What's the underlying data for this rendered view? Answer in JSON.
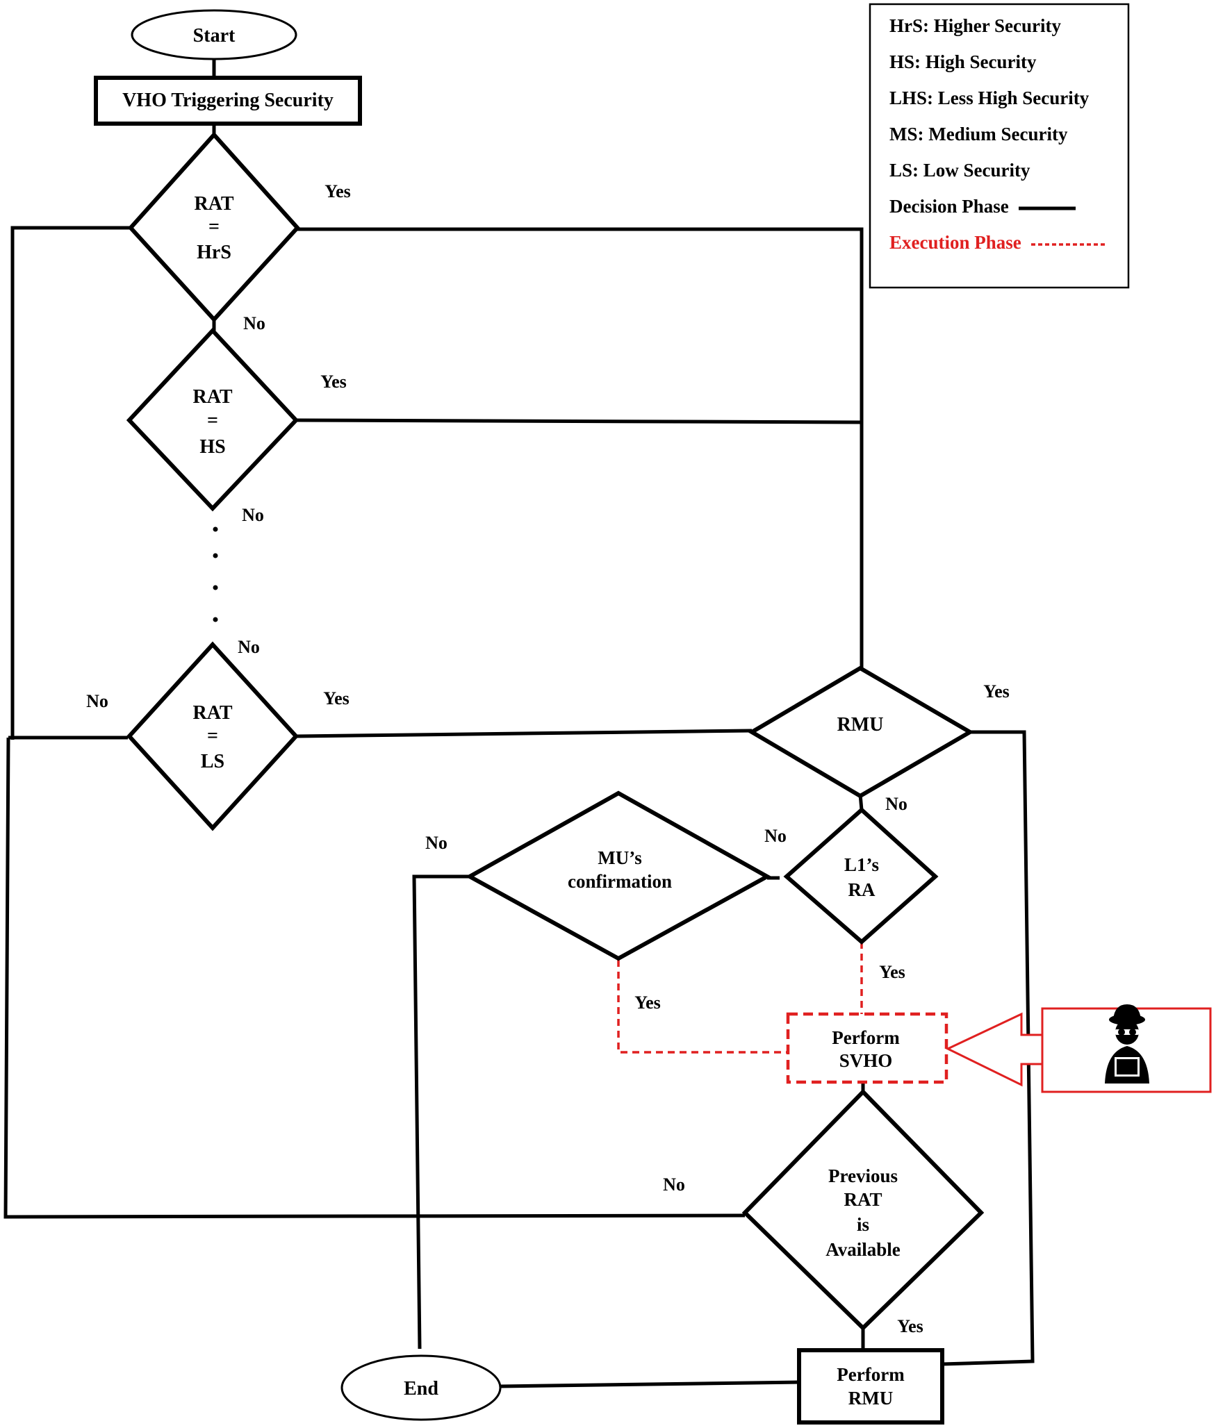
{
  "nodes": {
    "start": "Start",
    "vho": "VHO Triggering Security",
    "d_hrs": [
      "RAT",
      "=",
      "HrS"
    ],
    "d_hs": [
      "RAT",
      "=",
      "HS"
    ],
    "d_ls": [
      "RAT",
      "=",
      "LS"
    ],
    "rmu": "RMU",
    "l1ra": [
      "L1’s",
      "RA"
    ],
    "mu_conf": [
      "MU’s",
      "confirmation"
    ],
    "perform_svho": [
      "Perform",
      "SVHO"
    ],
    "prev_rat": [
      "Previous",
      "RAT",
      "is",
      "Available"
    ],
    "perform_rmu": [
      "Perform",
      "RMU"
    ],
    "end": "End"
  },
  "edge_labels": {
    "yes": "Yes",
    "no": "No"
  },
  "legend": {
    "items": [
      "HrS: Higher Security",
      "HS: High Security",
      "LHS: Less High Security",
      "MS: Medium Security",
      "LS: Low Security"
    ],
    "decision_phase": "Decision Phase",
    "execution_phase": "Execution Phase"
  },
  "colors": {
    "decision_line": "#000000",
    "execution_line": "#e02020"
  },
  "icons": {
    "attacker": "hacker-icon"
  }
}
